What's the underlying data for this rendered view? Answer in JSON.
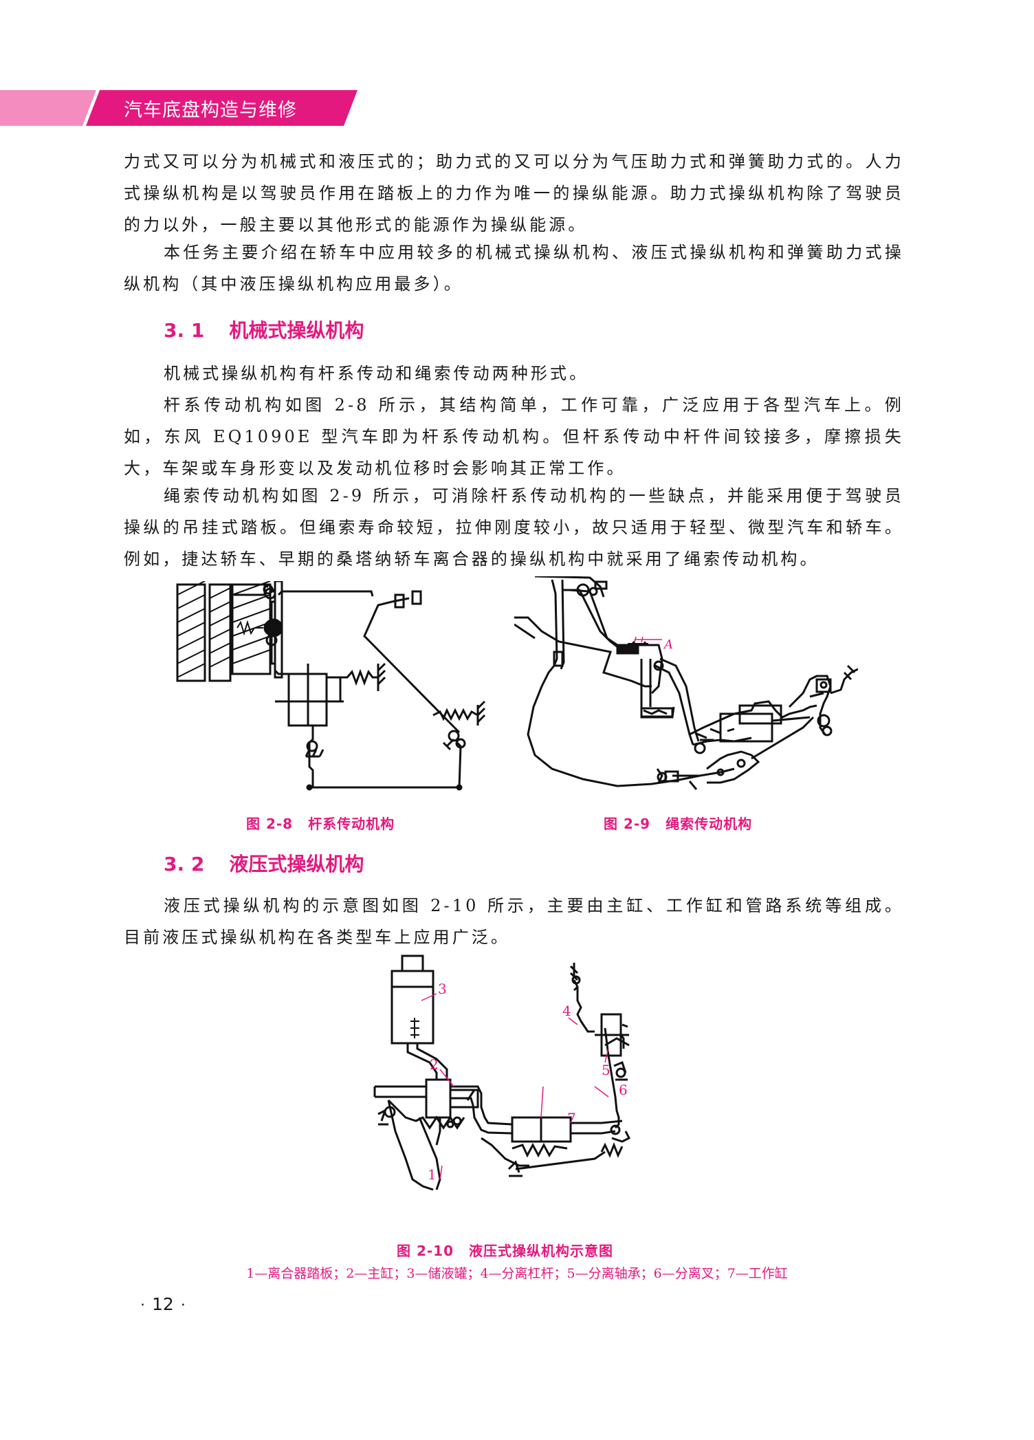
{
  "header": {
    "title": "汽车底盘构造与维修",
    "brand_colors": {
      "pink": "#e4197f",
      "light_pink": "#f48cc0"
    }
  },
  "paragraphs": {
    "p1": "力式又可以分为机械式和液压式的；助力式的又可以分为气压助力式和弹簧助力式的。人力式操纵机构是以驾驶员作用在踏板上的力作为唯一的操纵能源。助力式操纵机构除了驾驶员的力以外，一般主要以其他形式的能源作为操纵能源。",
    "p2": "本任务主要介绍在轿车中应用较多的机械式操纵机构、液压式操纵机构和弹簧助力式操纵机构（其中液压操纵机构应用最多）。",
    "p3": "机械式操纵机构有杆系传动和绳索传动两种形式。",
    "p4": "杆系传动机构如图 2-8 所示，其结构简单，工作可靠，广泛应用于各型汽车上。例如，东风 EQ1090E 型汽车即为杆系传动机构。但杆系传动中杆件间铰接多，摩擦损失大，车架或车身形变以及发动机位移时会影响其正常工作。",
    "p5": "绳索传动机构如图 2-9 所示，可消除杆系传动机构的一些缺点，并能采用便于驾驶员操纵的吊挂式踏板。但绳索寿命较短，拉伸刚度较小，故只适用于轻型、微型汽车和轿车。例如，捷达轿车、早期的桑塔纳轿车离合器的操纵机构中就采用了绳索传动机构。",
    "p6": "液压式操纵机构的示意图如图 2-10 所示，主要由主缸、工作缸和管路系统等组成。目前液压式操纵机构在各类型车上应用广泛。"
  },
  "sections": {
    "s31": {
      "num": "3. 1",
      "title": "机械式操纵机构"
    },
    "s32": {
      "num": "3. 2",
      "title": "液压式操纵机构"
    }
  },
  "figures": {
    "f28": {
      "num": "图 2-8",
      "title": "杆系传动机构"
    },
    "f29": {
      "num": "图 2-9",
      "title": "绳索传动机构",
      "label_a": "A"
    },
    "f210": {
      "num": "图 2-10",
      "title": "液压式操纵机构示意图",
      "labels": [
        "1",
        "2",
        "3",
        "4",
        "5",
        "6",
        "7"
      ],
      "legend": "1—离合器踏板；2—主缸；3—储液罐；4—分离杠杆；5—分离轴承；6—分离叉；7—工作缸"
    }
  },
  "footer": {
    "page_number": "12",
    "dot": "·"
  }
}
